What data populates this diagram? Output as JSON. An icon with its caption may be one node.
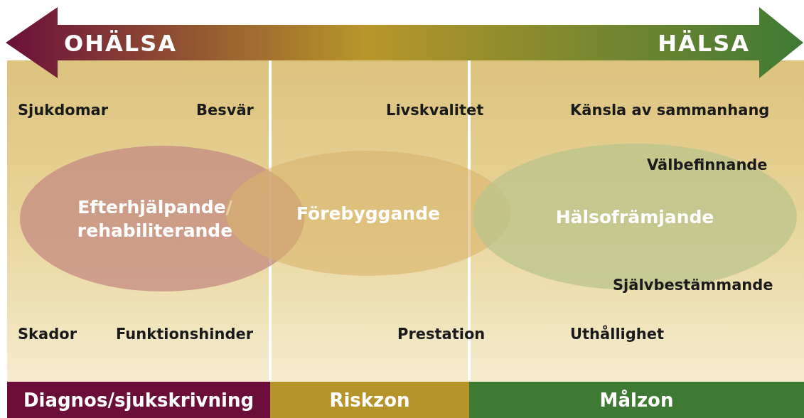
{
  "diagram": {
    "nodes": [
      {
        "text": [
          "OHÄLSA",
          "HÄLSA"
        ]
      },
      {
        "text": [
          "Efterhjälpande/ rehabiliterande"
        ]
      },
      {
        "text": [
          "Förebyggande"
        ]
      },
      {
        "text": [
          "Hälsofrämjande"
        ]
      },
      {
        "text": [
          "Diagnos/sjukskrivning"
        ]
      },
      {
        "text": [
          "Riskzon"
        ]
      },
      {
        "text": [
          "Målzon"
        ]
      }
    ],
    "edges": [],
    "labels": [
      "Sjukdomar",
      "Besvär",
      "Livskvalitet",
      "Känsla av sammanhang",
      "Välbefinnande",
      "Självbestämmande",
      "Skador",
      "Funktionshinder",
      "Prestation",
      "Uthållighet"
    ]
  }
}
